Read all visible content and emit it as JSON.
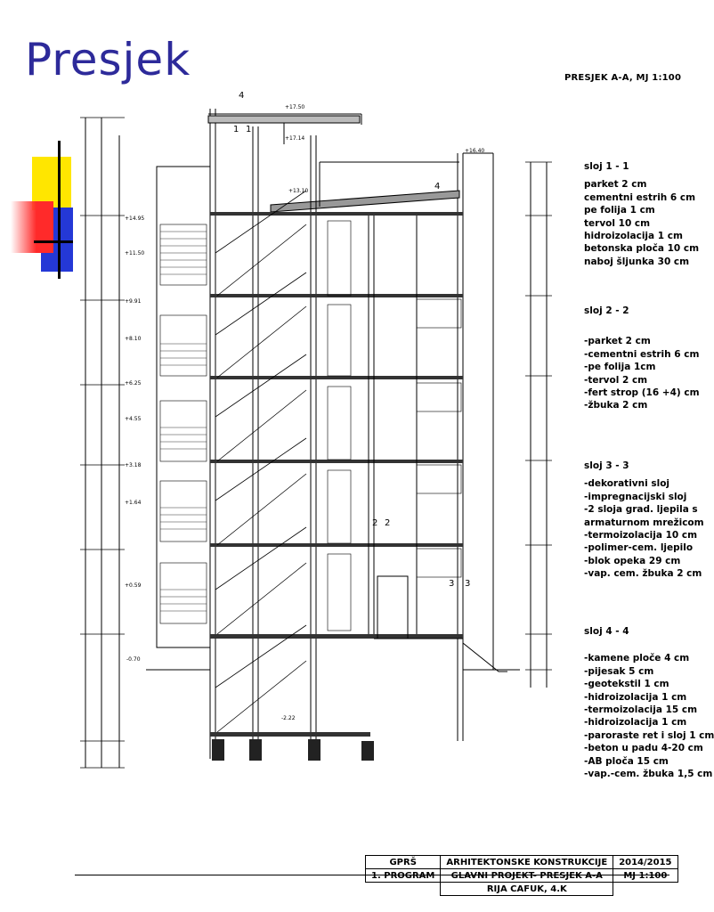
{
  "slide": {
    "title": "Presjek"
  },
  "drawing": {
    "header": "PRESJEK A-A, MJ 1:100",
    "level_labels": [
      "+17.50",
      "+17.14",
      "+16.40",
      "+14.95",
      "+13.10",
      "+11.50",
      "+9.91",
      "+8.10",
      "+6.25",
      "+4.55",
      "+3.18",
      "+1.64",
      "+0.59",
      "-0.70",
      "-2.22"
    ],
    "section_marks": [
      "1",
      "1",
      "2",
      "2",
      "3",
      "3",
      "4",
      "4"
    ]
  },
  "layers": [
    {
      "title": "sloj 1 - 1",
      "items": [
        "parket 2 cm",
        "cementni estrih 6 cm",
        "pe folija 1 cm",
        "tervol 10 cm",
        "hidroizolacija 1 cm",
        "betonska ploča 10 cm",
        "naboj šljunka 30 cm"
      ]
    },
    {
      "title": "sloj 2 - 2",
      "items": [
        "-parket 2 cm",
        "-cementni estrih 6 cm",
        "-pe folija 1cm",
        "-tervol 2 cm",
        "-fert strop (16 +4) cm",
        "-žbuka 2 cm"
      ]
    },
    {
      "title": "sloj 3 - 3",
      "items": [
        "-dekorativni sloj",
        "-impregnacijski sloj",
        "-2 sloja grad. ljepila s",
        "armaturnom mrežicom",
        "-termoizolacija 10 cm",
        "-polimer-cem. ljepilo",
        "-blok opeka 29 cm",
        "-vap. cem. žbuka 2 cm"
      ]
    },
    {
      "title": "sloj 4 - 4",
      "items": [
        "-kamene ploče 4 cm",
        "-pijesak 5 cm",
        "-geotekstil 1 cm",
        "-hidroizolacija 1 cm",
        "-termoizolacija 15 cm",
        "-hidroizolacija 1 cm",
        "-paroraste ret i sloj 1 cm",
        "-beton u padu 4-20 cm",
        "-AB ploča 15 cm",
        "-vap.-cem. žbuka 1,5 cm"
      ]
    }
  ],
  "title_block": {
    "r1": [
      "GPRŠ",
      "ARHITEKTONSKE KONSTRUKCIJE",
      "2014/2015"
    ],
    "r2": [
      "1. PROGRAM",
      "GLAVNI PROJEKT- PRESJEK A-A",
      "MJ 1:100"
    ],
    "r3": "RIJA CAFUK, 4.K"
  }
}
